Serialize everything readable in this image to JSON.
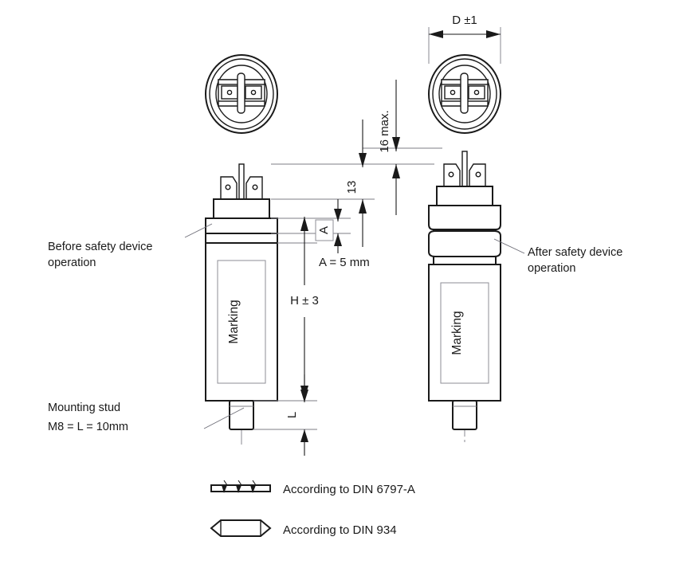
{
  "drawing": {
    "title": "Capacitor outline drawing with safety device",
    "labels": {
      "before_line1": "Before safety device",
      "before_line2": "operation",
      "after_line1": "After safety device",
      "after_line2": "operation",
      "mounting_line1": "Mounting stud",
      "mounting_line2": "M8 = L = 10mm",
      "marking_left": "Marking",
      "marking_right": "Marking"
    },
    "dimensions": {
      "diameter": "D ±1",
      "height": "H ± 3",
      "terminal_height": "13",
      "max_height": "16 max.",
      "datum_a": "A",
      "datum_a_value": "A = 5 mm",
      "stud_length": "L"
    },
    "legend": [
      {
        "icon": "lock-washer-icon",
        "text": "According to DIN 6797-A"
      },
      {
        "icon": "hex-nut-icon",
        "text": "According to DIN 934"
      }
    ],
    "colors": {
      "line": "#1a1a1a",
      "thin_line": "#7d7d86",
      "frame": "#8d8d96",
      "background": "#ffffff"
    }
  }
}
